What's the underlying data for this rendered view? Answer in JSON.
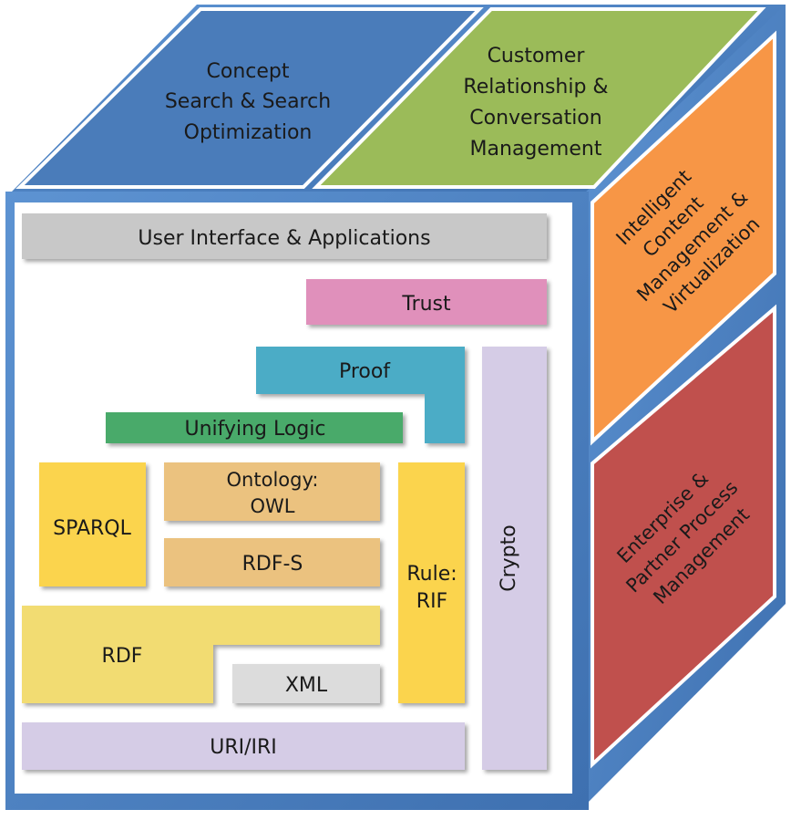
{
  "cube": {
    "colors": {
      "frame": "#4f86c8",
      "frame_dark": "#3a6aa8",
      "front_panel": "#ffffff"
    },
    "top_faces": [
      {
        "lines": [
          "Concept",
          "Search & Search",
          "Optimization"
        ],
        "color": "#4a7cba"
      },
      {
        "lines": [
          "Customer",
          "Relationship &",
          "Conversation",
          "Management"
        ],
        "color": "#9bbb59"
      }
    ],
    "side_faces": [
      {
        "lines": [
          "Intelligent",
          "Content",
          "Management &",
          "Virtualization"
        ],
        "color": "#f79646"
      },
      {
        "lines": [
          "Enterprise &",
          "Partner Process",
          "Management"
        ],
        "color": "#c0504d"
      }
    ]
  },
  "stack": {
    "user_interface": {
      "label": "User Interface & Applications",
      "color": "#c8c8c8"
    },
    "trust": {
      "label": "Trust",
      "color": "#e090bb"
    },
    "proof": {
      "label": "Proof",
      "color": "#4bacc6"
    },
    "unifying_logic": {
      "label": "Unifying Logic",
      "color": "#4aaa6a"
    },
    "crypto": {
      "label": "Crypto",
      "color": "#d5cce6"
    },
    "sparql": {
      "label": "SPARQL",
      "color": "#fbd44d"
    },
    "ontology": {
      "lines": [
        "Ontology:",
        "OWL"
      ],
      "color": "#ebc27f"
    },
    "rdfs": {
      "label": "RDF-S",
      "color": "#ebc27f"
    },
    "rule": {
      "lines": [
        "Rule:",
        "RIF"
      ],
      "color": "#fbd44d"
    },
    "rdf": {
      "label": "RDF",
      "color": "#f2dc72"
    },
    "xml": {
      "label": "XML",
      "color": "#dcdcdc"
    },
    "uri": {
      "label": "URI/IRI",
      "color": "#d5cce6"
    }
  }
}
